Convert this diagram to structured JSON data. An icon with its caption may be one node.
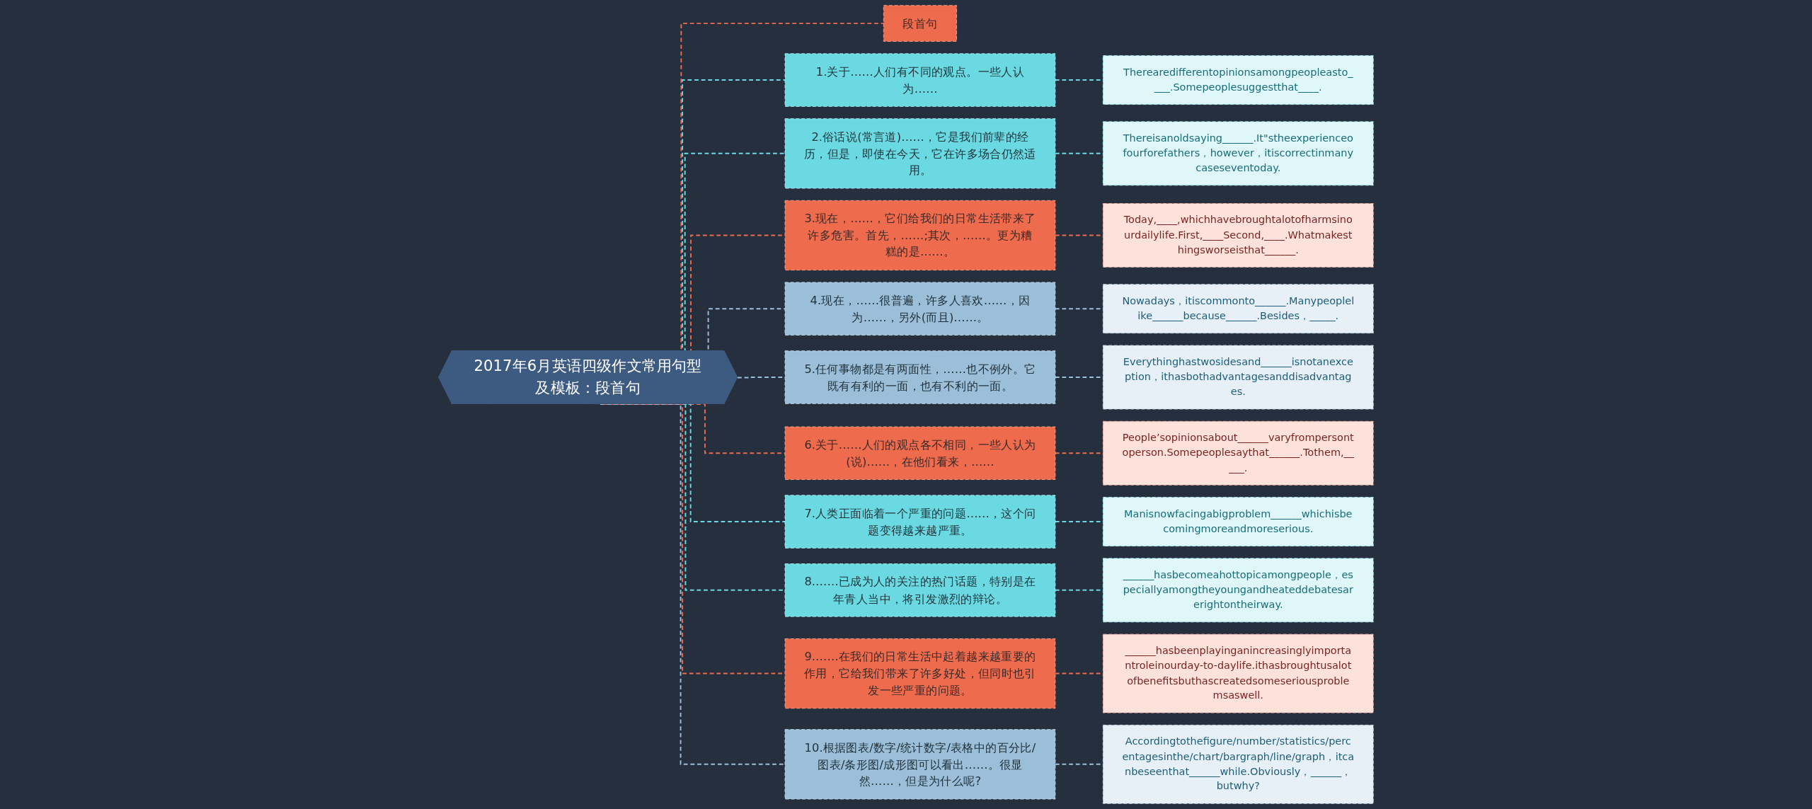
{
  "diagram": {
    "nodes": [
      {
        "text": [
          "2017年6月英语四级作文常用句型及模板：段首句"
        ]
      },
      {
        "text": [
          "段首句"
        ]
      },
      {
        "text": [
          "1.关于……人们有不同的观点。一些人认为……"
        ]
      },
      {
        "text": [
          "Therearedifferentopinionsamongpeopleasto____.Somepeoplesuggestthat____."
        ]
      },
      {
        "text": [
          "2.俗话说(常言道)……，它是我们前辈的经历，但是，即使在今天，它在许多场合仍然适用。"
        ]
      },
      {
        "text": [
          "Thereisanoldsaying______.It\"stheexperienceofourforefathers，however，itiscorrectinmanycaseseventoday."
        ]
      },
      {
        "text": [
          "3.现在，……，它们给我们的日常生活带来了许多危害。首先，……;其次，……。更为糟糕的是……。"
        ]
      },
      {
        "text": [
          "Today,____,whichhavebroughtalotofharmsinourdailylife.First,____Second,____.Whatmakesthingsworseisthat______."
        ]
      },
      {
        "text": [
          "4.现在，……很普遍，许多人喜欢……，因为……，另外(而且)……。"
        ]
      },
      {
        "text": [
          "Nowadays，itiscommonto______.Manypeoplelike______because______.Besides，_____."
        ]
      },
      {
        "text": [
          "5.任何事物都是有两面性，……也不例外。它既有有利的一面，也有不利的一面。"
        ]
      },
      {
        "text": [
          "Everythinghastwosidesand______isnotanexception，ithasbothadvantagesanddisadvantages."
        ]
      },
      {
        "text": [
          "6.关于……人们的观点各不相同，一些人认为(说)……，在他们看来，……"
        ]
      },
      {
        "text": [
          "People’sopinionsabout______varyfrompersontoperson.Somepeoplesaythat______.Tothem,_____."
        ]
      },
      {
        "text": [
          "7.人类正面临着一个严重的问题……，这个问题变得越来越严重。"
        ]
      },
      {
        "text": [
          "Manisnowfacingabigproblem______whichisbecomingmoreandmoreserious."
        ]
      },
      {
        "text": [
          "8.……已成为人的关注的热门话题，特别是在年青人当中，将引发激烈的辩论。"
        ]
      },
      {
        "text": [
          "______hasbecomeahottopicamongpeople，especiallyamongtheyoungandheateddebatesarerightontheirway."
        ]
      },
      {
        "text": [
          "9.……在我们的日常生活中起着越来越重要的作用，它给我们带来了许多好处，但同时也引发一些严重的问题。"
        ]
      },
      {
        "text": [
          "______hasbeenplayinganincreasinglyimportantroleinourday-to-daylife.ithasbroughtusalotofbenefitsbuthascreatedsomeseriousproblemsaswell."
        ]
      },
      {
        "text": [
          "10.根据图表/数字/统计数字/表格中的百分比/图表/条形图/成形图可以看出……。很显然……，但是为什么呢?"
        ]
      },
      {
        "text": [
          "Accordingtothefigure/number/statistics/percentagesinthe/chart/bargraph/line/graph，itcanbeseenthat______while.Obviously，______，butwhy?"
        ]
      }
    ],
    "edges": [
      {
        "from": 0,
        "to": 1,
        "arrow": "none",
        "style": "dashed",
        "color": "#ee6b4d"
      },
      {
        "from": 0,
        "to": 2,
        "arrow": "none",
        "style": "dashed",
        "color": "#6ad9e2"
      },
      {
        "from": 2,
        "to": 3,
        "arrow": "none",
        "style": "dashed",
        "color": "#6ad9e2"
      },
      {
        "from": 0,
        "to": 4,
        "arrow": "none",
        "style": "dashed",
        "color": "#6ad9e2"
      },
      {
        "from": 4,
        "to": 5,
        "arrow": "none",
        "style": "dashed",
        "color": "#6ad9e2"
      },
      {
        "from": 0,
        "to": 6,
        "arrow": "none",
        "style": "dashed",
        "color": "#ee6b4d"
      },
      {
        "from": 6,
        "to": 7,
        "arrow": "none",
        "style": "dashed",
        "color": "#ee6b4d"
      },
      {
        "from": 0,
        "to": 8,
        "arrow": "none",
        "style": "dashed",
        "color": "#9bbfd9"
      },
      {
        "from": 8,
        "to": 9,
        "arrow": "none",
        "style": "dashed",
        "color": "#9bbfd9"
      },
      {
        "from": 0,
        "to": 10,
        "arrow": "none",
        "style": "dashed",
        "color": "#9bbfd9"
      },
      {
        "from": 10,
        "to": 11,
        "arrow": "none",
        "style": "dashed",
        "color": "#9bbfd9"
      },
      {
        "from": 0,
        "to": 12,
        "arrow": "none",
        "style": "dashed",
        "color": "#ee6b4d"
      },
      {
        "from": 12,
        "to": 13,
        "arrow": "none",
        "style": "dashed",
        "color": "#ee6b4d"
      },
      {
        "from": 0,
        "to": 14,
        "arrow": "none",
        "style": "dashed",
        "color": "#6ad9e2"
      },
      {
        "from": 14,
        "to": 15,
        "arrow": "none",
        "style": "dashed",
        "color": "#6ad9e2"
      },
      {
        "from": 0,
        "to": 16,
        "arrow": "none",
        "style": "dashed",
        "color": "#6ad9e2"
      },
      {
        "from": 16,
        "to": 17,
        "arrow": "none",
        "style": "dashed",
        "color": "#6ad9e2"
      },
      {
        "from": 0,
        "to": 18,
        "arrow": "none",
        "style": "dashed",
        "color": "#ee6b4d"
      },
      {
        "from": 18,
        "to": 19,
        "arrow": "none",
        "style": "dashed",
        "color": "#ee6b4d"
      },
      {
        "from": 0,
        "to": 20,
        "arrow": "none",
        "style": "dashed",
        "color": "#9bbfd9"
      },
      {
        "from": 20,
        "to": 21,
        "arrow": "none",
        "style": "dashed",
        "color": "#9bbfd9"
      }
    ]
  }
}
